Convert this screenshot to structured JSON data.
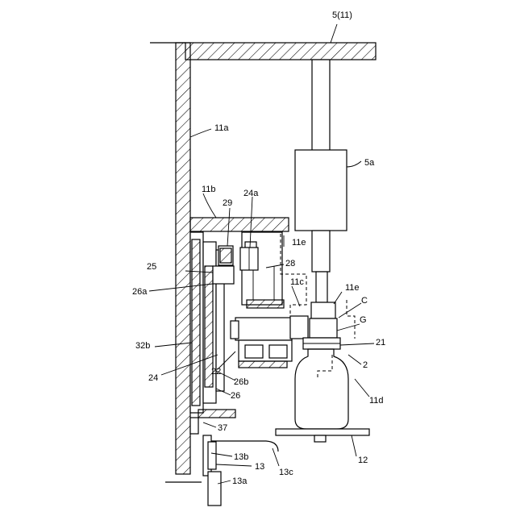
{
  "labels": {
    "l_5_11": "5(11)",
    "l_11a": "11a",
    "l_5a": "5a",
    "l_11b": "11b",
    "l_29": "29",
    "l_24a": "24a",
    "l_11e_top": "11e",
    "l_28": "28",
    "l_25": "25",
    "l_11c": "11c",
    "l_11e_mid": "11e",
    "l_26a": "26a",
    "l_C": "C",
    "l_G": "G",
    "l_21": "21",
    "l_32b": "32b",
    "l_2": "2",
    "l_22": "22",
    "l_24": "24",
    "l_26b": "26b",
    "l_11d": "11d",
    "l_26": "26",
    "l_37": "37",
    "l_12": "12",
    "l_13b": "13b",
    "l_13": "13",
    "l_13c": "13c",
    "l_13a": "13a"
  }
}
